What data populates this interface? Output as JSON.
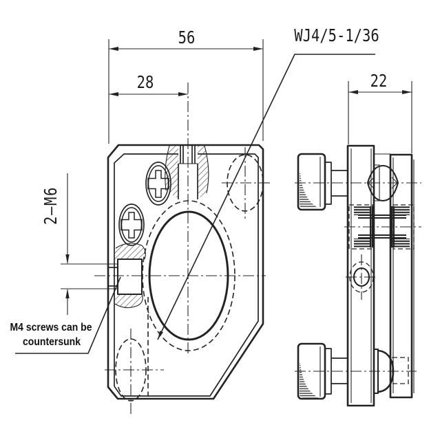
{
  "drawing": {
    "part_code": "WJ4/5-1/36",
    "dim_overall_width": "56",
    "dim_center_offset": "28",
    "dim_depth": "22",
    "dim_side_holes": "2—M6",
    "note_line1": "M4 screws can be",
    "note_line2": "countersunk",
    "colors": {
      "line": "#232323",
      "background": "#ffffff"
    }
  }
}
